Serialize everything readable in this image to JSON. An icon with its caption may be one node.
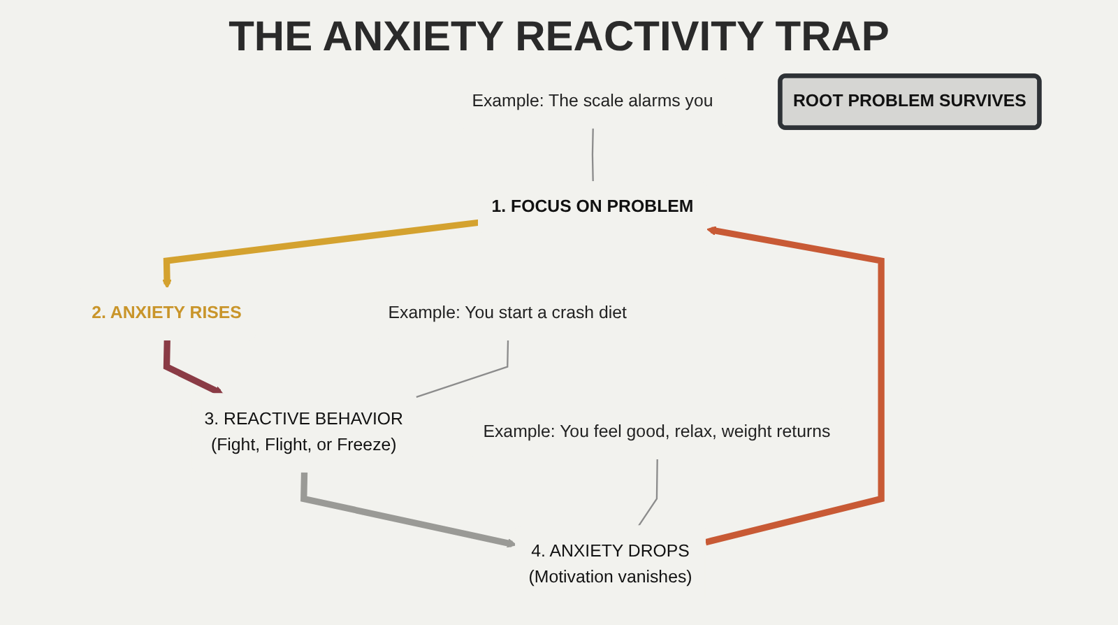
{
  "diagram": {
    "title": "THE ANXIETY REACTIVITY TRAP",
    "nodes": [
      {
        "text": [
          "Example: The scale alarms you"
        ]
      },
      {
        "text": [
          "1. FOCUS ON PROBLEM"
        ]
      },
      {
        "text": [
          "2. ANXIETY RISES"
        ]
      },
      {
        "text": [
          "3. REACTIVE BEHAVIOR",
          "(Fight, Flight, or Freeze)"
        ]
      },
      {
        "text": [
          "4. ANXIETY DROPS",
          "(Motivation vanishes)"
        ]
      },
      {
        "text": [
          "ROOT PROBLEM SURVIVES"
        ]
      },
      {
        "text": [
          "Example: You start a crash diet"
        ]
      },
      {
        "text": [
          "Example: You feel good, relax, weight returns"
        ]
      }
    ],
    "edges": [
      {
        "from": 0,
        "to": 1,
        "arrow": "none"
      },
      {
        "from": 1,
        "to": 2,
        "arrow": "to",
        "color": "#d4a22f"
      },
      {
        "from": 2,
        "to": 3,
        "arrow": "to",
        "color": "#8a3b45"
      },
      {
        "from": 6,
        "to": 3,
        "arrow": "none"
      },
      {
        "from": 3,
        "to": 4,
        "arrow": "to",
        "color": "#9a9a96"
      },
      {
        "from": 7,
        "to": 4,
        "arrow": "none"
      },
      {
        "from": 4,
        "to": 1,
        "arrow": "to",
        "color": "#c85a35"
      }
    ]
  }
}
